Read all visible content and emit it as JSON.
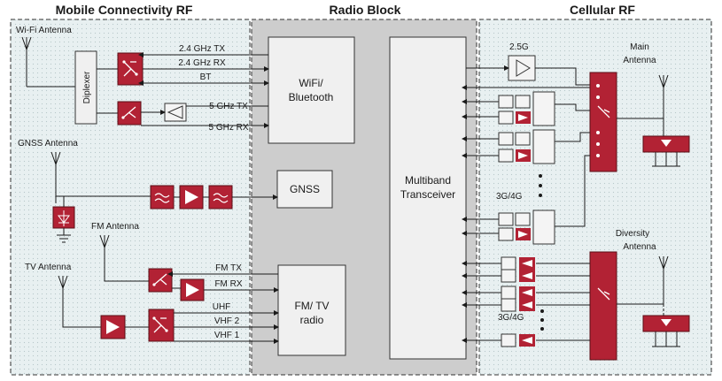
{
  "sections": {
    "mobile": {
      "title": "Mobile Connectivity RF"
    },
    "radio": {
      "title": "Radio Block"
    },
    "cellular": {
      "title": "Cellular RF"
    }
  },
  "antennas": {
    "wifi": "Wi-Fi Antenna",
    "gnss": "GNSS Antenna",
    "fm": "FM Antenna",
    "tv": "TV Antenna",
    "main_line1": "Main",
    "main_line2": "Antenna",
    "diversity_line1": "Diversity",
    "diversity_line2": "Antenna"
  },
  "blocks": {
    "diplexer": "Diplexer",
    "wifi_line1": "WiFi/",
    "wifi_line2": "Bluetooth",
    "gnss": "GNSS",
    "fmtv_line1": "FM/ TV",
    "fmtv_line2": "radio",
    "transceiver_line1": "Multiband",
    "transceiver_line2": "Transceiver"
  },
  "signals": {
    "wifi_24_tx": "2.4 GHz TX",
    "wifi_24_rx": "2.4 GHz RX",
    "bt": "BT",
    "wifi_5_tx": "5 GHz TX",
    "wifi_5_rx": "5 GHz RX",
    "fm_tx": "FM TX",
    "fm_rx": "FM RX",
    "uhf": "UHF",
    "vhf2": "VHF 2",
    "vhf1": "VHF 1",
    "g25": "2.5G",
    "g34_top": "3G/4G",
    "g34_bottom": "3G/4G"
  },
  "colors": {
    "component_red": "#b22234",
    "panel_fill": "#e6eff0",
    "radio_fill": "#cfcfcf",
    "line": "#1a1a1a"
  }
}
